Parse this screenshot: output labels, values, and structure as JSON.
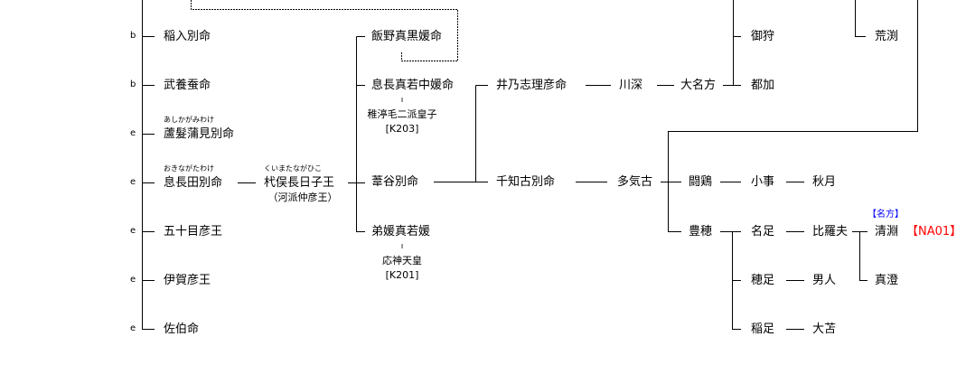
{
  "colors": {
    "line": "#000000",
    "alias_tag": "#0000ff",
    "code_tag": "#ff0000"
  },
  "left_column": {
    "members": [
      {
        "marker": "b",
        "name": "稲入別命",
        "ruby": ""
      },
      {
        "marker": "b",
        "name": "武養蚕命",
        "ruby": ""
      },
      {
        "marker": "e",
        "name": "蘆髮蒲見別命",
        "ruby": "あしかがみわけ"
      },
      {
        "marker": "e",
        "name": "息長田別命",
        "ruby": "おきながたわけ"
      },
      {
        "marker": "e",
        "name": "五十目彦王",
        "ruby": ""
      },
      {
        "marker": "e",
        "name": "伊賀彦王",
        "ruby": ""
      },
      {
        "marker": "e",
        "name": "佐伯命",
        "ruby": ""
      }
    ]
  },
  "kuimata": {
    "name": "杙俣長日子王",
    "ruby": "くいまたながひこ",
    "alias": "（河派仲彦王）"
  },
  "daughters": [
    {
      "name": "飯野真黒媛命"
    },
    {
      "name": "息長真若中媛命",
      "spouse_mark": "ı",
      "spouse": "稚渟毛二派皇子",
      "code": "[K203]"
    },
    {
      "name": "葦谷別命"
    },
    {
      "name": "弟媛真若媛",
      "spouse_mark": "ı",
      "spouse": "応神天皇",
      "code": "[K201]"
    }
  ],
  "line_ino": {
    "names": [
      "井乃志理彦命",
      "川深",
      "大名方"
    ]
  },
  "ooname_children": [
    "御狩",
    "都加"
  ],
  "top_right": {
    "name": "荒渕"
  },
  "line_chichiko": {
    "names": [
      "千知古別命",
      "多気古"
    ]
  },
  "takeko_children": [
    {
      "name": "闘鶏",
      "desc": [
        "小事",
        "秋月"
      ]
    },
    {
      "name": "豊穂"
    }
  ],
  "toyoho_children": [
    {
      "name": "名足",
      "child": "比羅夫"
    },
    {
      "name": "穂足",
      "child": "男人"
    },
    {
      "name": "稲足",
      "child": "大苫"
    }
  ],
  "hirafu_children": [
    {
      "name": "清淵",
      "alias_tag": "【名方】",
      "code_tag": "【NA01】"
    },
    {
      "name": "真澄"
    }
  ]
}
